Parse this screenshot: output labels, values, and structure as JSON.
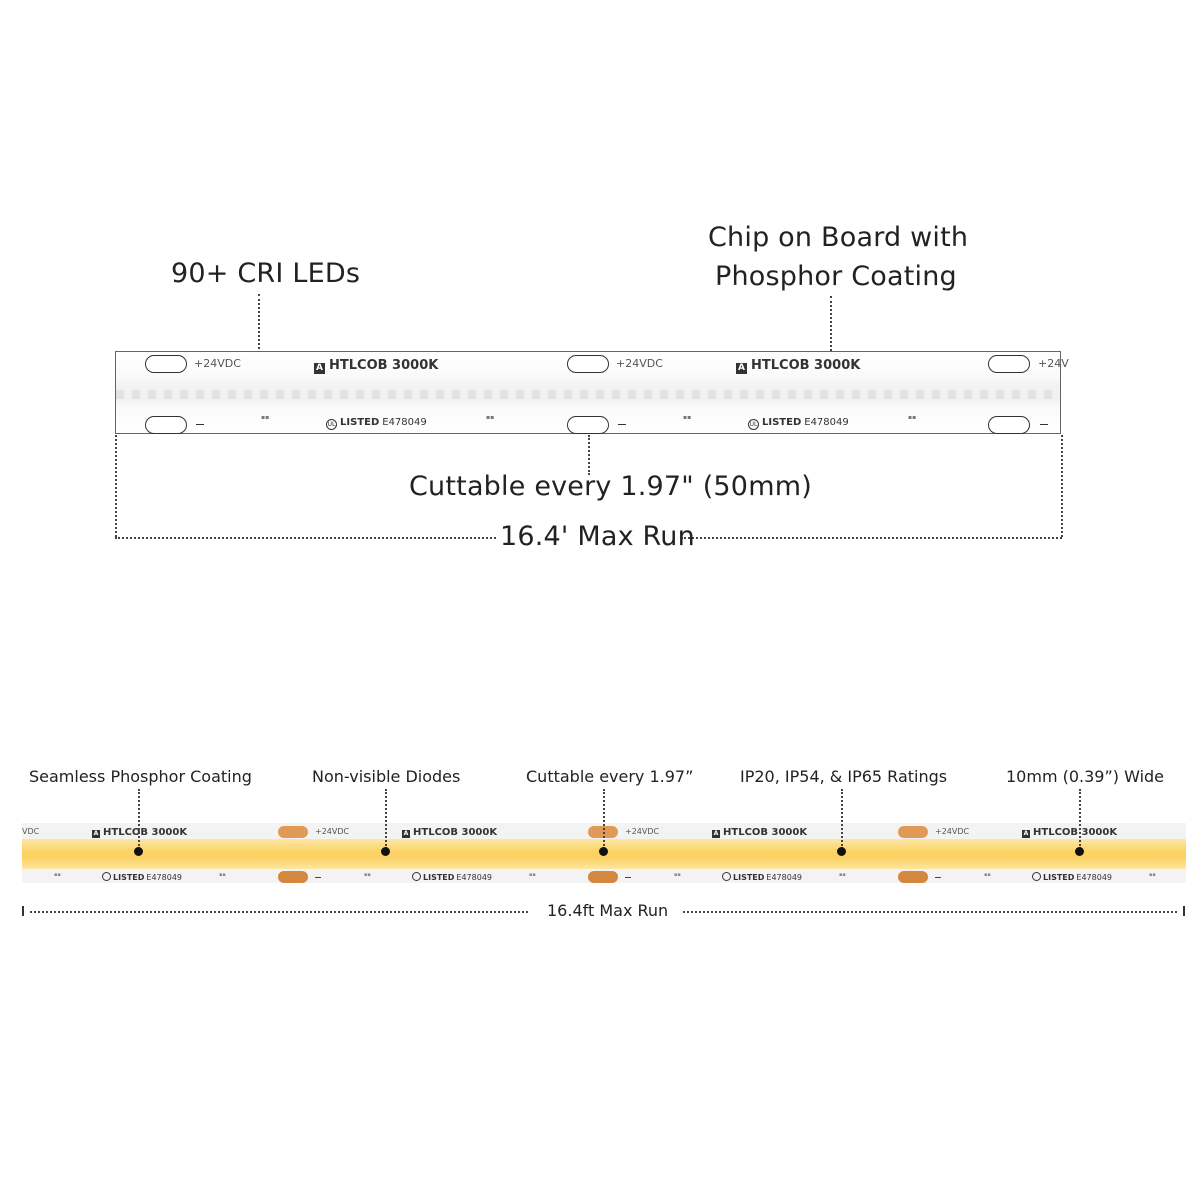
{
  "top_diagram": {
    "callouts": {
      "cri": "90+ CRI LEDs",
      "cob_line1": "Chip on Board with",
      "cob_line2": "Phosphor Coating",
      "cut": "Cuttable every 1.97\" (50mm)",
      "run": "16.4' Max Run"
    },
    "strip": {
      "voltage": "+24VDC",
      "voltage_cut": "+24V",
      "model": "HTLCOB 3000K",
      "brand_mark": "A",
      "listed": "LISTED",
      "cert": "E478049",
      "minus": "–"
    }
  },
  "bottom_diagram": {
    "callouts": {
      "phosphor": "Seamless Phosphor Coating",
      "diodes": "Non-visible Diodes",
      "cut": "Cuttable every 1.97”",
      "ratings": "IP20, IP54, & IP65 Ratings",
      "width": "10mm (0.39”) Wide",
      "run": "16.4ft Max Run"
    },
    "strip": {
      "voltage": "+24VDC",
      "voltage_cut": "VDC",
      "model": "HTLCOB 3000K",
      "brand_mark": "A",
      "listed": "LISTED",
      "cert": "E478049"
    }
  },
  "colors": {
    "phosphor_band": "#fcd36a",
    "copper_pad": "#d4873e",
    "text": "#222222"
  }
}
